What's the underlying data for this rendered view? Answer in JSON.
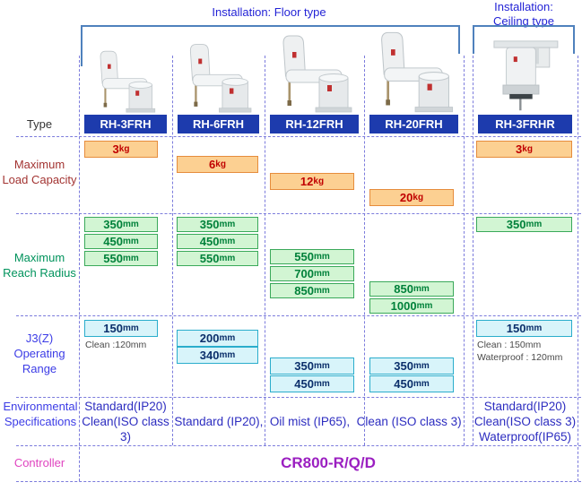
{
  "header": {
    "floor_label": "Installation: Floor type",
    "ceiling_label": "Installation:\nCeiling type"
  },
  "row_labels": {
    "type": "Type",
    "load": "Maximum\nLoad Capacity",
    "reach": "Maximum\nReach Radius",
    "j3": "J3(Z)\nOperating\nRange",
    "env": "Environmental\nSpecifications",
    "controller": "Controller"
  },
  "env_floor_merged": "Standard (IP20),  Oil mist (IP65),  Clean (ISO class 3)",
  "controller_value": "CR800-R/Q/D",
  "columns": [
    {
      "model": "RH-3FRH",
      "install": "floor",
      "robot_icon": "floor-scara-robot-icon",
      "load": [
        {
          "value": "3",
          "unit": "kg"
        }
      ],
      "reach": [
        {
          "value": "350",
          "unit": "mm"
        },
        {
          "value": "450",
          "unit": "mm"
        },
        {
          "value": "550",
          "unit": "mm"
        }
      ],
      "j3": [
        {
          "value": "150",
          "unit": "mm"
        }
      ],
      "j3_notes": [
        "Clean :120mm"
      ],
      "env": "Standard(IP20)\nClean(ISO class 3)"
    },
    {
      "model": "RH-6FRH",
      "install": "floor",
      "robot_icon": "floor-scara-robot-icon",
      "load": [
        {
          "value": "6",
          "unit": "kg"
        }
      ],
      "reach": [
        {
          "value": "350",
          "unit": "mm"
        },
        {
          "value": "450",
          "unit": "mm"
        },
        {
          "value": "550",
          "unit": "mm"
        }
      ],
      "j3": [
        {
          "value": "200",
          "unit": "mm"
        },
        {
          "value": "340",
          "unit": "mm"
        }
      ],
      "j3_notes": []
    },
    {
      "model": "RH-12FRH",
      "install": "floor",
      "robot_icon": "floor-scara-robot-icon",
      "load": [
        {
          "value": "12",
          "unit": "kg"
        }
      ],
      "reach": [
        {
          "value": "550",
          "unit": "mm"
        },
        {
          "value": "700",
          "unit": "mm"
        },
        {
          "value": "850",
          "unit": "mm"
        }
      ],
      "j3": [
        {
          "value": "350",
          "unit": "mm"
        },
        {
          "value": "450",
          "unit": "mm"
        }
      ],
      "j3_notes": []
    },
    {
      "model": "RH-20FRH",
      "install": "floor",
      "robot_icon": "floor-scara-robot-icon",
      "load": [
        {
          "value": "20",
          "unit": "kg"
        }
      ],
      "reach": [
        {
          "value": "850",
          "unit": "mm"
        },
        {
          "value": "1000",
          "unit": "mm"
        }
      ],
      "j3": [
        {
          "value": "350",
          "unit": "mm"
        },
        {
          "value": "450",
          "unit": "mm"
        }
      ],
      "j3_notes": []
    },
    {
      "model": "RH-3FRHR",
      "install": "ceiling",
      "robot_icon": "ceiling-scara-robot-icon",
      "load": [
        {
          "value": "3",
          "unit": "kg"
        }
      ],
      "reach": [
        {
          "value": "350",
          "unit": "mm"
        }
      ],
      "j3": [
        {
          "value": "150",
          "unit": "mm"
        }
      ],
      "j3_notes": [
        "Clean : 150mm",
        "Waterproof : 120mm"
      ],
      "env": "Standard(IP20)\nClean(ISO class 3)\nWaterproof(IP65)"
    }
  ],
  "colors": {
    "header_blue": "#2323d6",
    "bracket_blue": "#4f81bd",
    "grid_dash": "#7b7bdc",
    "badge_bg": "#1d3bad",
    "badge_text": "#ffffff",
    "load_fill": "#fcd092",
    "load_border": "#e68c3c",
    "load_text": "#c00000",
    "reach_fill": "#d2f5d3",
    "reach_border": "#3aa95a",
    "reach_text": "#00813a",
    "j3_fill": "#d8f4fa",
    "j3_border": "#2aadcc",
    "j3_text": "#0b2f6b",
    "note_text": "#4a4a4a",
    "env_text": "#2d2dc0",
    "label_load": "#a33432",
    "label_reach": "#00935c",
    "label_blue": "#3c3ce6",
    "label_controller": "#e044c0",
    "controller_value_color": "#9b1fc1",
    "type_label": "#333333"
  }
}
